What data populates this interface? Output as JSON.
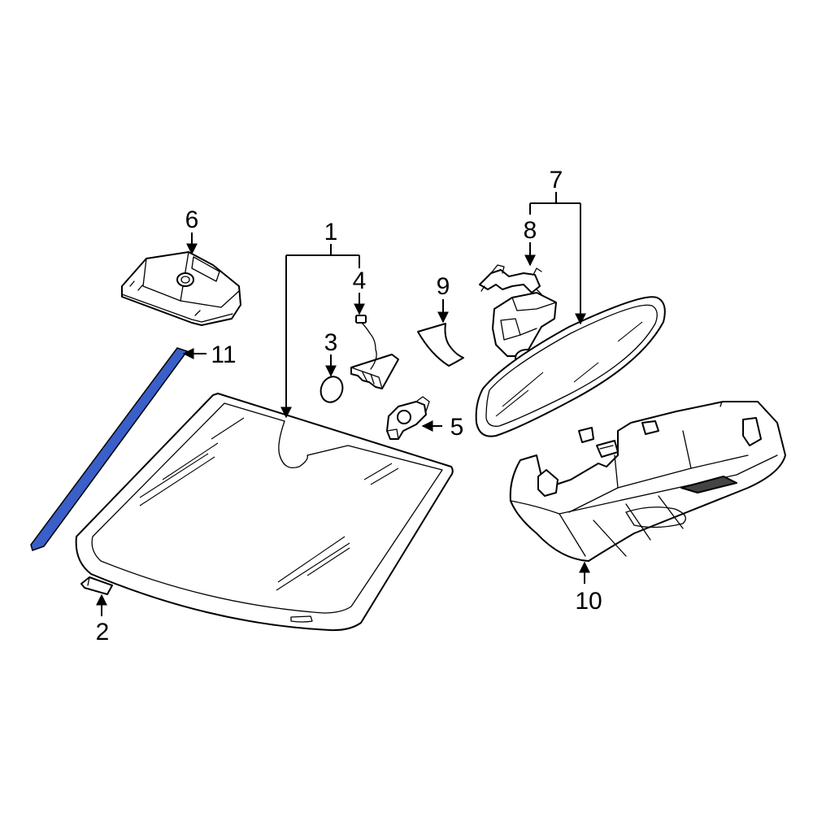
{
  "callouts": {
    "c1": "1",
    "c2": "2",
    "c3": "3",
    "c4": "4",
    "c5": "5",
    "c6": "6",
    "c7": "7",
    "c8": "8",
    "c9": "9",
    "c10": "10",
    "c11": "11"
  },
  "colors": {
    "highlight_part": "#3a5fc8",
    "line": "#000000",
    "background": "#ffffff"
  }
}
